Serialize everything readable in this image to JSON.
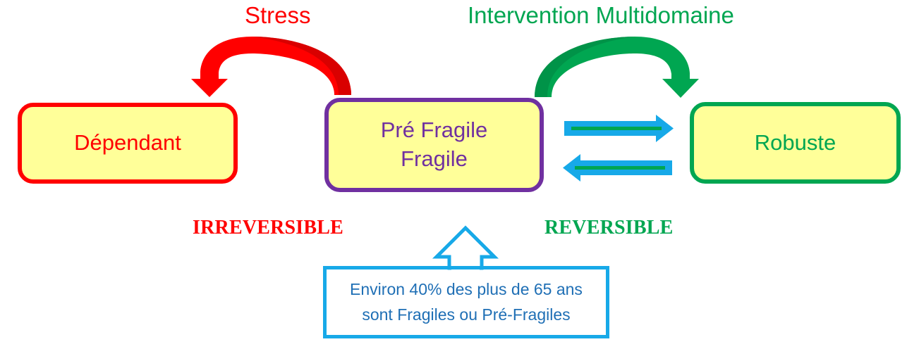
{
  "diagram": {
    "title_top_left": "Stress",
    "title_top_right": "Intervention Multidomaine",
    "boxes": [
      {
        "id": "dependant",
        "label": "Dépendant",
        "border_color": "#FF0000",
        "fill_color": "#FFFF99",
        "text_color": "#FF0000"
      },
      {
        "id": "fragile",
        "label_line1": "Pré Fragile",
        "label_line2": "Fragile",
        "border_color": "#7030A0",
        "fill_color": "#FFFF99",
        "text_color": "#7030A0"
      },
      {
        "id": "robuste",
        "label": "Robuste",
        "border_color": "#00A651",
        "fill_color": "#FFFF99",
        "text_color": "#00A651"
      }
    ],
    "arrows": {
      "stress_arc": {
        "label": "Stress",
        "color": "#FF0000",
        "direction": "right-to-left",
        "from": "fragile",
        "to": "dependant"
      },
      "intervention_arc": {
        "label": "Intervention Multidomaine",
        "color": "#00A651",
        "direction": "left-to-right",
        "from": "fragile",
        "to": "robuste"
      },
      "bidirectional_top": {
        "color": "#17A9E8",
        "inner_line_color": "#00A651",
        "direction": "left-to-right"
      },
      "bidirectional_bottom": {
        "color": "#17A9E8",
        "inner_line_color": "#00A651",
        "direction": "right-to-left"
      }
    },
    "reversibility": {
      "left_label": "IRREVERSIBLE",
      "left_color": "#FF0000",
      "right_label": "REVERSIBLE",
      "right_color": "#00A651"
    },
    "callout": {
      "line1": "Environ 40% des plus de 65 ans",
      "line2": "sont Fragiles ou Pré-Fragiles",
      "border_color": "#17A9E8",
      "text_color": "#1F6FB5",
      "pointer": "up-arrow"
    }
  }
}
